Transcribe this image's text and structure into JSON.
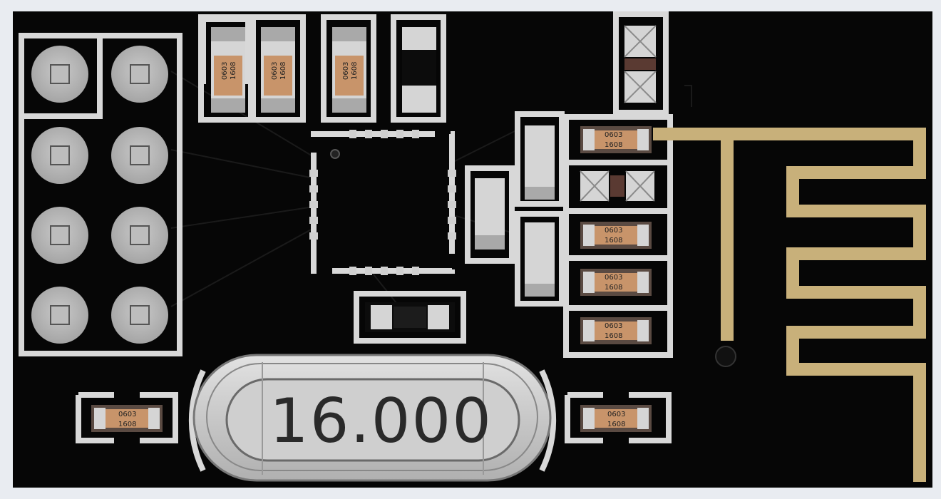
{
  "board": {
    "crystal_label": "16.000",
    "component_code_top": "0603",
    "component_code_bottom": "1608",
    "pcb_color": "#060606",
    "silkscreen_color": "#d8d8d8",
    "antenna_color": "#c8b07a",
    "resistor_body_color": "#c8946a"
  },
  "icons": {
    "header": "pin-header-2x4",
    "ic": "qfn-ic",
    "crystal": "crystal-oscillator",
    "antenna": "meander-pcb-antenna"
  }
}
